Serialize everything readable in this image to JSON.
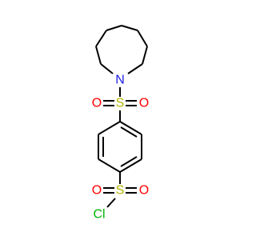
{
  "colors": {
    "bond": "#000000",
    "nitrogen": "#1e1ee6",
    "sulfur": "#b4b400",
    "oxygen": "#ff0000",
    "chlorine": "#00b400",
    "background": "#ffffff"
  },
  "atoms": {
    "nitrogen": "N",
    "sulfur_top": "S",
    "oxygen_top_left": "O",
    "oxygen_top_right": "O",
    "sulfur_bottom": "S",
    "oxygen_bottom_left": "O",
    "oxygen_bottom_right": "O",
    "chlorine": "Cl"
  }
}
